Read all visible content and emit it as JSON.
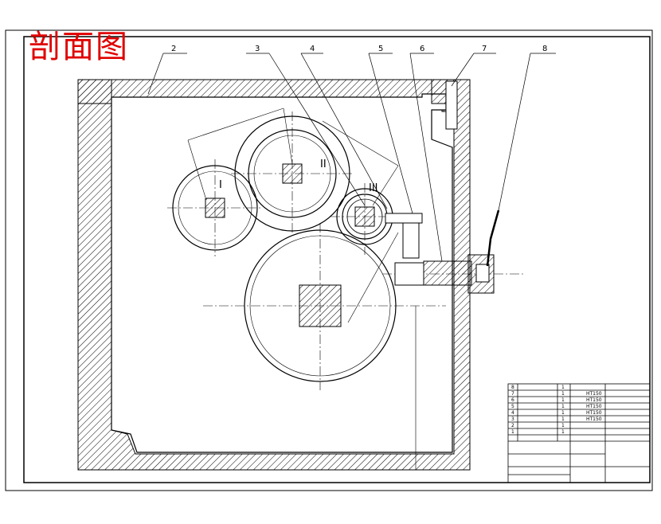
{
  "title": "剖面图",
  "part_numbers": [
    "2",
    "3",
    "4",
    "5",
    "6",
    "7",
    "8"
  ],
  "shaft_labels": {
    "shaft1": "I",
    "shaft2": "II",
    "shaft3": "III"
  },
  "parts_list": {
    "rows": [
      {
        "no": "8",
        "qty": "1",
        "material": ""
      },
      {
        "no": "7",
        "qty": "1",
        "material": "HT150"
      },
      {
        "no": "6",
        "qty": "1",
        "material": "HT150"
      },
      {
        "no": "5",
        "qty": "1",
        "material": "HT150"
      },
      {
        "no": "4",
        "qty": "1",
        "material": "HT150"
      },
      {
        "no": "3",
        "qty": "1",
        "material": "HT150"
      },
      {
        "no": "2",
        "qty": "1",
        "material": ""
      },
      {
        "no": "1",
        "qty": "1",
        "material": ""
      }
    ]
  },
  "colors": {
    "ink": "#000000",
    "title": "#e00000"
  }
}
